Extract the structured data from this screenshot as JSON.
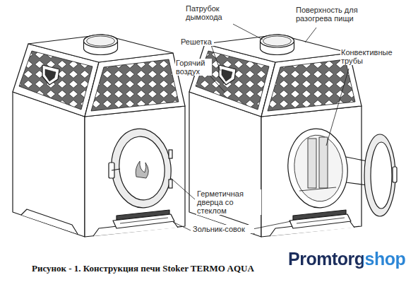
{
  "diagram": {
    "caption": "Рисунок - 1. Конструкция печи Stoker TERMO AQUA",
    "labels": [
      "Патрубок дымохода",
      "Решетка",
      "Горячий воздух",
      "Поверхность для разогрева пищи",
      "Конвективные трубы",
      "Герметичная дверца со стеклом",
      "Зольник-совок",
      "Promtorgshop"
    ]
  }
}
